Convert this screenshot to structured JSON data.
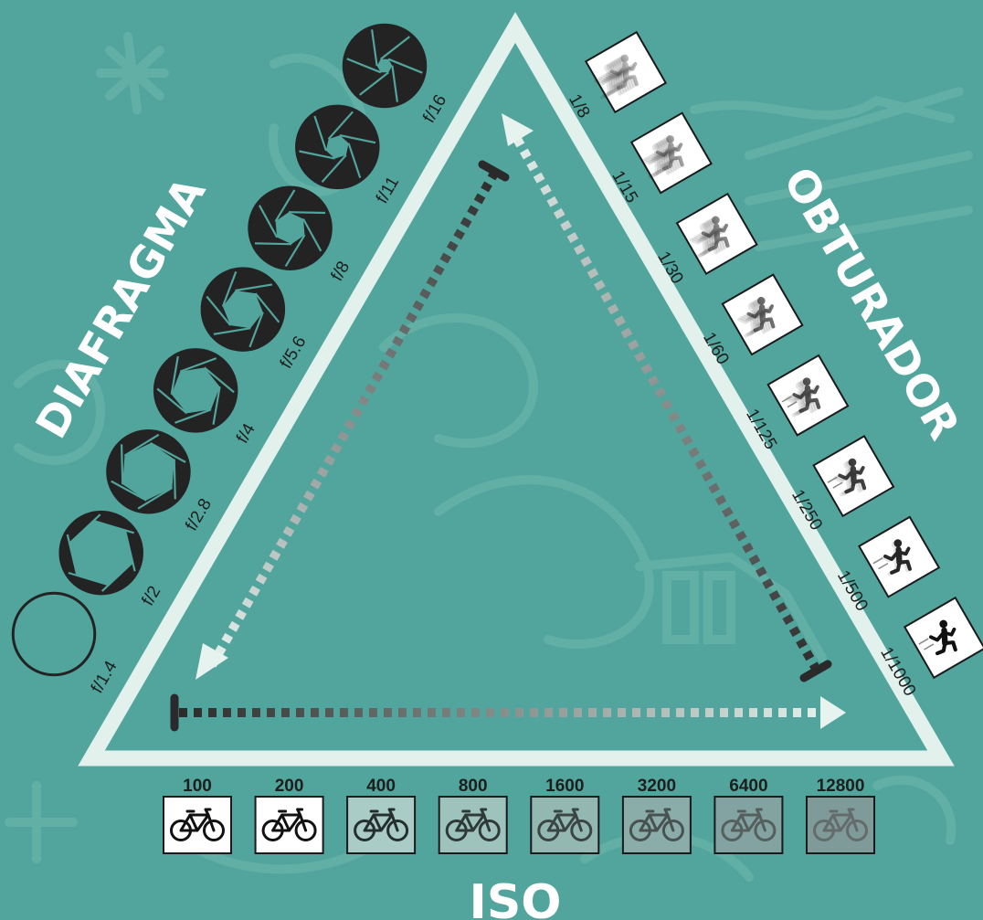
{
  "titles": {
    "aperture": "DIAFRAGMA",
    "shutter": "OBTURADOR",
    "iso": "ISO"
  },
  "aperture_stops": [
    "f/1.4",
    "f/2",
    "f/2.8",
    "f/4",
    "f/5.6",
    "f/8",
    "f/11",
    "f/16"
  ],
  "shutter_speeds": [
    "1/8",
    "1/15",
    "1/30",
    "1/60",
    "1/125",
    "1/250",
    "1/500",
    "1/1000"
  ],
  "iso_values": [
    "100",
    "200",
    "400",
    "800",
    "1600",
    "3200",
    "6400",
    "12800"
  ],
  "icons": {
    "aperture": "aperture-blades-icon",
    "shutter": "running-figure-icon",
    "iso": "bicycle-icon"
  },
  "colors": {
    "background": "#52a59c",
    "triangle": "#e2f1ec",
    "dark": "#232323",
    "title": "#ffffff"
  }
}
